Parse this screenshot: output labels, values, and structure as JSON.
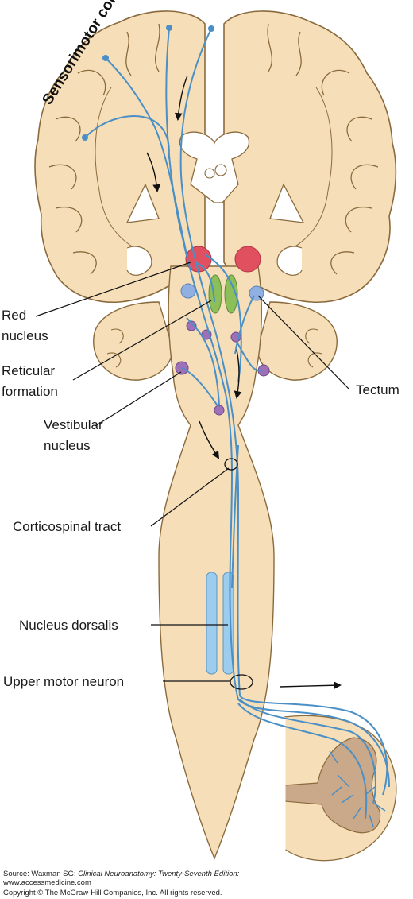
{
  "title": "Sensorimotor cortex",
  "labels": {
    "red_nucleus": [
      "Red",
      "nucleus"
    ],
    "reticular_formation": [
      "Reticular",
      "formation"
    ],
    "vestibular_nucleus": [
      "Vestibular",
      "nucleus"
    ],
    "tectum": "Tectum",
    "corticospinal_tract": "Corticospinal tract",
    "nucleus_dorsalis": "Nucleus dorsalis",
    "upper_motor_neuron": "Upper motor neuron"
  },
  "source": {
    "prefix": "Source: Waxman SG: ",
    "book": "Clinical Neuroanatomy: Twenty-Seventh Edition:",
    "url": "www.accessmedicine.com",
    "copyright": "Copyright © The McGraw-Hill Companies, Inc. All rights reserved."
  },
  "colors": {
    "tissue": "#f6dfb8",
    "outline": "#8a6a3c",
    "fiber": "#4a8fc6",
    "red_nucleus": "#e0505e",
    "green_nucleus": "#8cbf5a",
    "vestibular_violet": "#9d70b8",
    "tectum_blue": "#8fb0e0",
    "dorsalis_blue": "#9ccdee",
    "gray_matter": "#c9a98a"
  }
}
